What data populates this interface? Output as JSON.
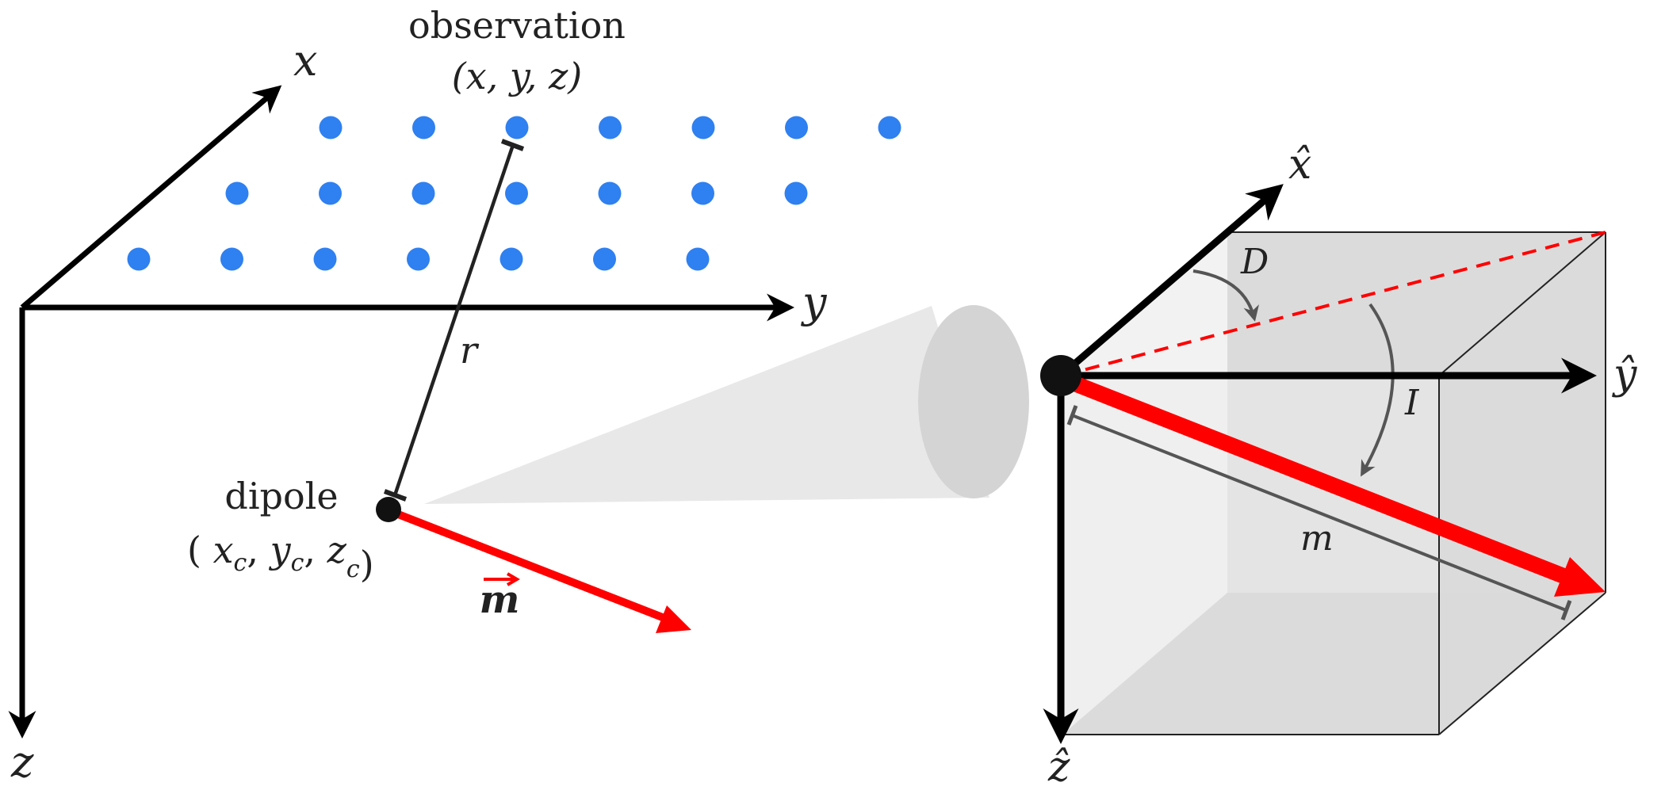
{
  "colors": {
    "axis": "#000000",
    "observation_point": "#2f80f0",
    "moment_vector": "#ff0000",
    "guide_line": "#555555",
    "cone_fill": "#e6e6e6",
    "cube_fill": "#cfcfcf"
  },
  "left_panel": {
    "axes": {
      "x": "x",
      "y": "y",
      "z": "z"
    },
    "observation": {
      "title": "observation",
      "coords": "(x, y, z)",
      "grid_rows": 3,
      "points_per_row": 7
    },
    "distance_label": "r",
    "dipole": {
      "title": "dipole",
      "coords_open": "(",
      "xc": "x",
      "yc": "y",
      "zc": "z",
      "sub": "c",
      "coords_close": ")"
    },
    "moment_label": "m"
  },
  "right_panel": {
    "axes": {
      "x_hat": "x̂",
      "y_hat": "ŷ",
      "z_hat": "ẑ"
    },
    "declination_label": "D",
    "inclination_label": "I",
    "magnitude_label": "m"
  }
}
